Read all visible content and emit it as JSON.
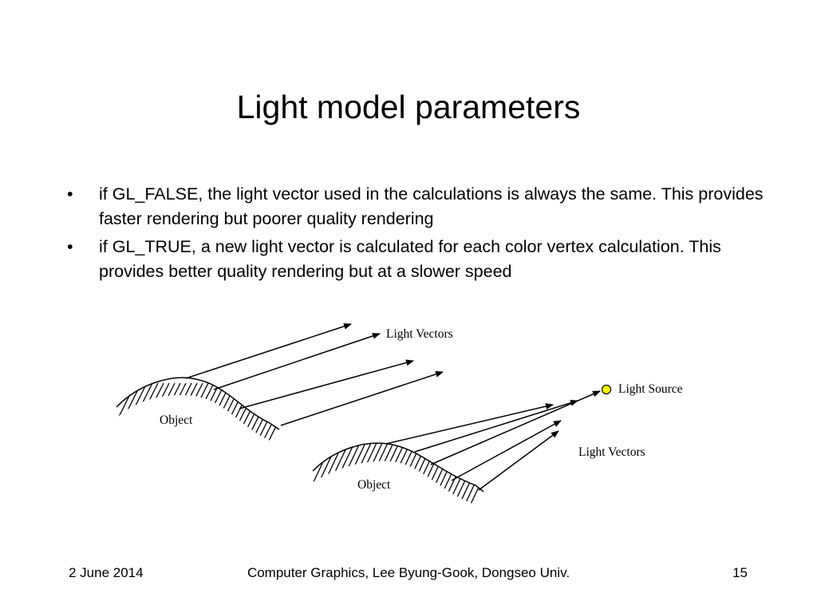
{
  "slide": {
    "title": "Light model parameters",
    "bullet_symbol": "•",
    "bullets": [
      "if GL_FALSE, the light vector used in the calculations is always the same. This provides faster rendering but poorer quality rendering",
      "if GL_TRUE, a new light vector is calculated for each color vertex calculation. This provides better quality rendering but at a slower speed"
    ]
  },
  "diagram": {
    "top_group": {
      "object_label": "Object",
      "vectors_label": "Light Vectors"
    },
    "bottom_group": {
      "object_label": "Object",
      "vectors_label": "Light Vectors",
      "source_label": "Light Source",
      "source_color": "#ffff00"
    }
  },
  "footer": {
    "date": "2 June 2014",
    "center": "Computer Graphics, Lee Byung-Gook, Dongseo Univ.",
    "page": "15"
  }
}
